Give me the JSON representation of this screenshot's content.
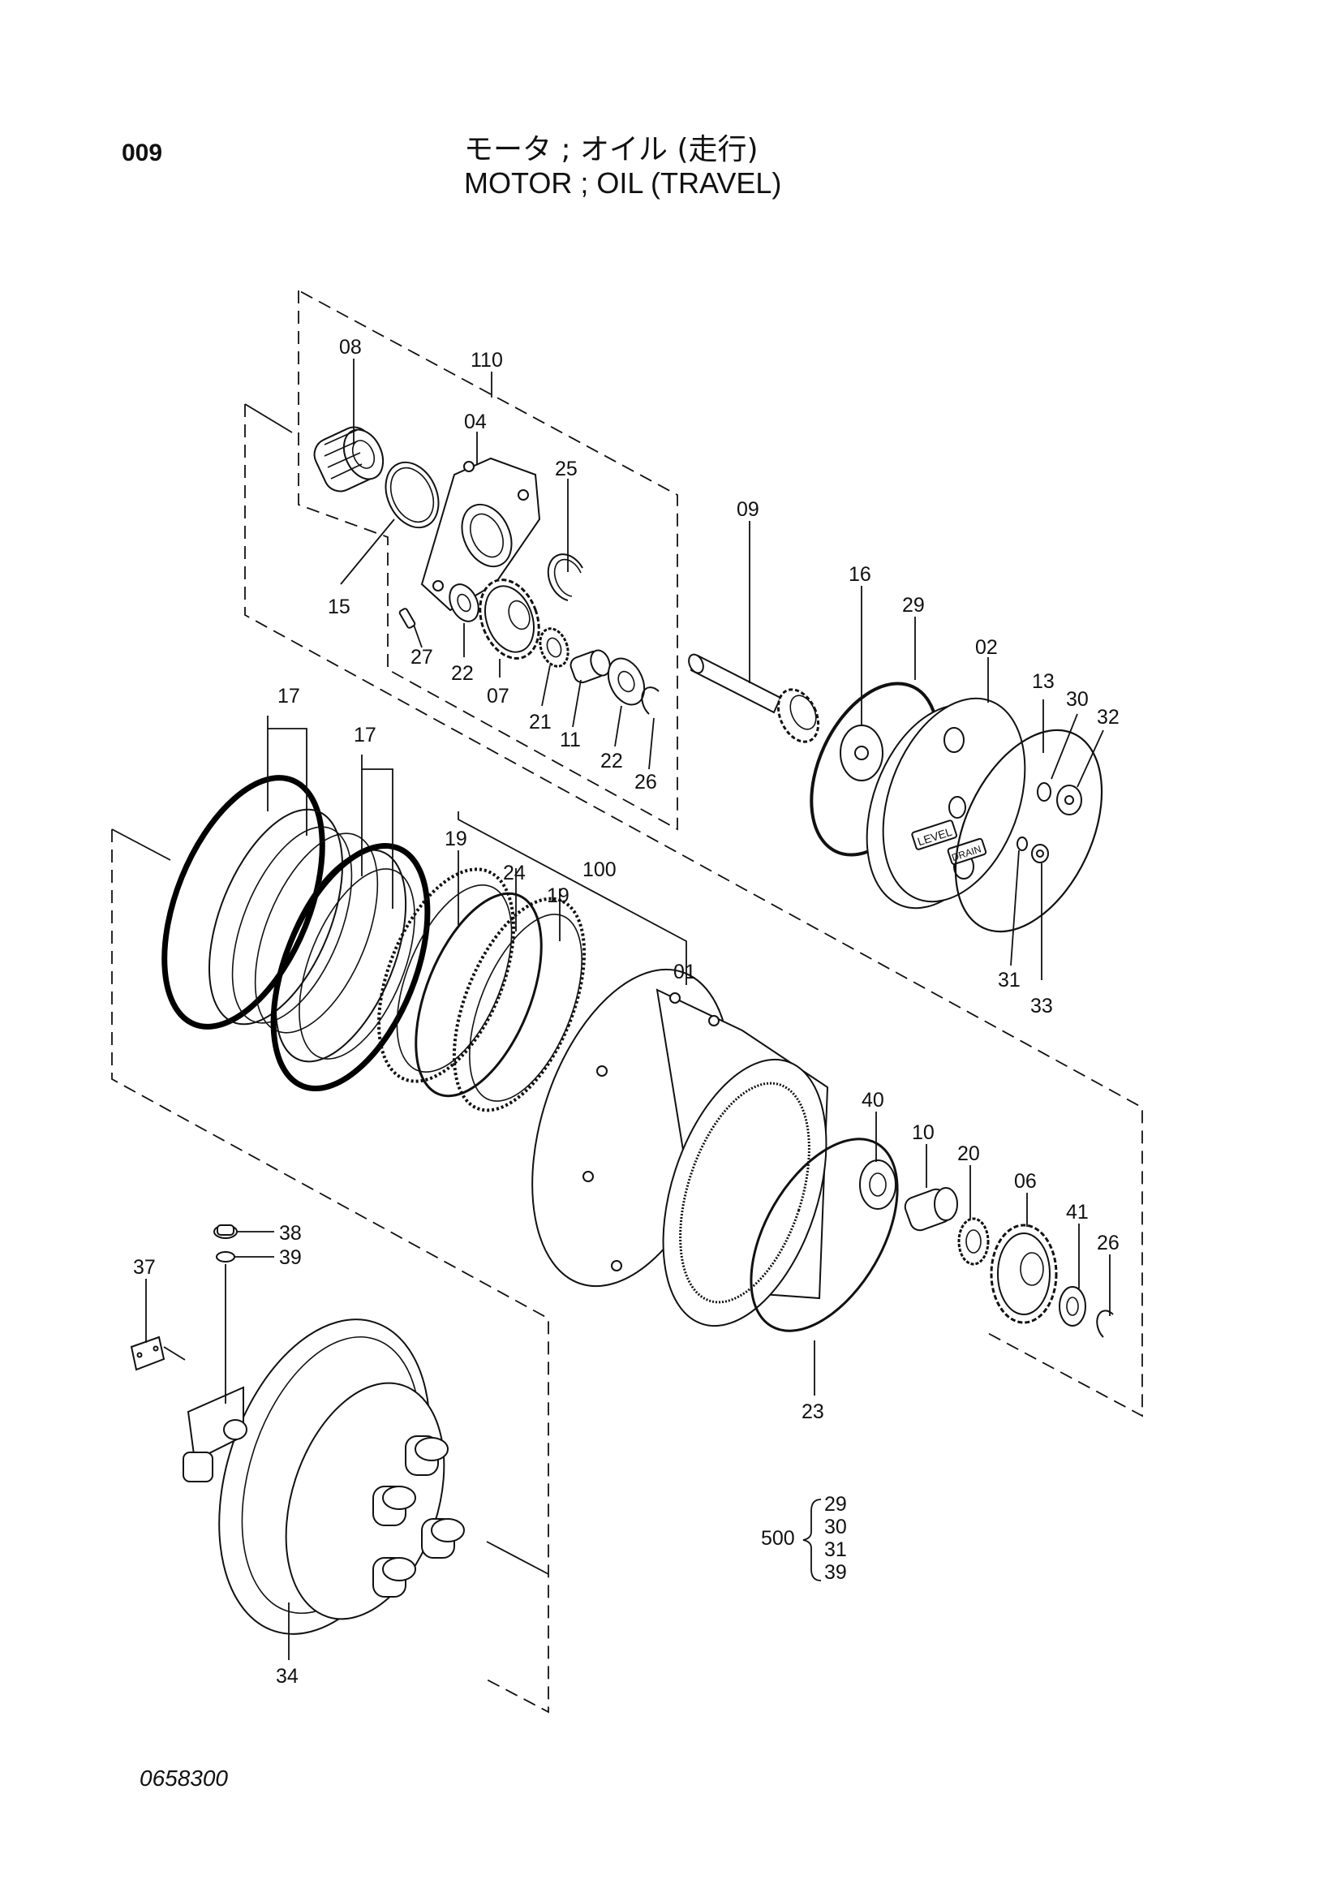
{
  "header": {
    "page_number": "009",
    "title_jp": "モータ ; オイル (走行)",
    "title_en": "MOTOR ; OIL (TRAVEL)"
  },
  "footer": {
    "drawing_code": "0658300"
  },
  "callouts": {
    "c08": "08",
    "c110": "110",
    "c04": "04",
    "c25": "25",
    "c09": "09",
    "c15": "15",
    "c27": "27",
    "c22a": "22",
    "c07": "07",
    "c21": "21",
    "c11": "11",
    "c22b": "22",
    "c26a": "26",
    "c16": "16",
    "c29": "29",
    "c02": "02",
    "c13": "13",
    "c30": "30",
    "c32": "32",
    "c17a": "17",
    "c17b": "17",
    "c19a": "19",
    "c24": "24",
    "c100": "100",
    "c19b": "19",
    "c01": "01",
    "c31": "31",
    "c33": "33",
    "c40": "40",
    "c10": "10",
    "c20": "20",
    "c06": "06",
    "c41": "41",
    "c26b": "26",
    "c23": "23",
    "c38": "38",
    "c39": "39",
    "c37": "37",
    "c34": "34"
  },
  "part_text": {
    "level_mark": "LEVEL",
    "drain_mark": "DRAIN"
  },
  "kit": {
    "number": "500",
    "items": [
      "29",
      "30",
      "31",
      "39"
    ]
  }
}
